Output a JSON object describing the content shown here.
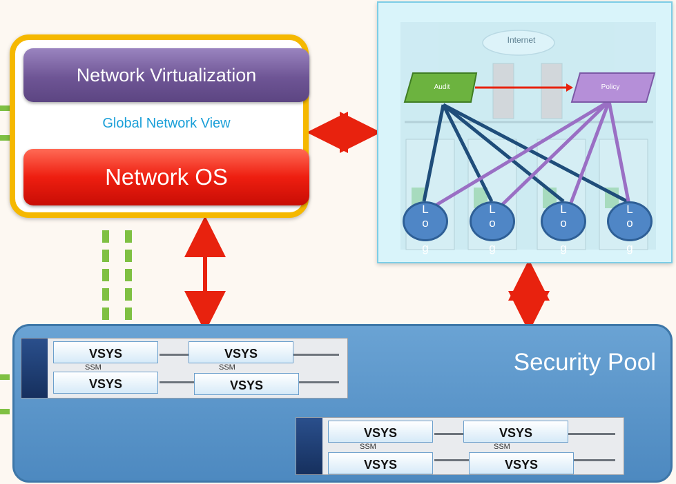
{
  "controller": {
    "network_virtualization": "Network Virtualization",
    "global_network_view": "Global Network View",
    "network_os": "Network OS"
  },
  "topology": {
    "internet_label": "Internet",
    "audit_label": "Audit",
    "policy_label": "Policy",
    "log_nodes": [
      {
        "top": "L",
        "middle": "o",
        "bottom": "g"
      },
      {
        "top": "L",
        "middle": "o",
        "bottom": "g"
      },
      {
        "top": "L",
        "middle": "o",
        "bottom": "g"
      },
      {
        "top": "L",
        "middle": "o",
        "bottom": "g"
      }
    ]
  },
  "security_pool": {
    "title": "Security Pool",
    "chassis": [
      {
        "vsys": [
          "VSYS",
          "VSYS",
          "VSYS",
          "VSYS"
        ],
        "ssm": [
          "SSM",
          "SSM"
        ]
      },
      {
        "vsys": [
          "VSYS",
          "VSYS",
          "VSYS",
          "VSYS"
        ],
        "ssm": [
          "SSM",
          "SSM"
        ]
      }
    ]
  },
  "colors": {
    "arrow": "#e8220e",
    "dashed_link": "#7fc043",
    "grey_link": "#8c8c8c",
    "controller_border": "#f5b800",
    "audit": "#6cb33f",
    "policy": "#a57fc8",
    "audit_edges": "#1f4d7a",
    "policy_edges": "#9a6fc4"
  }
}
